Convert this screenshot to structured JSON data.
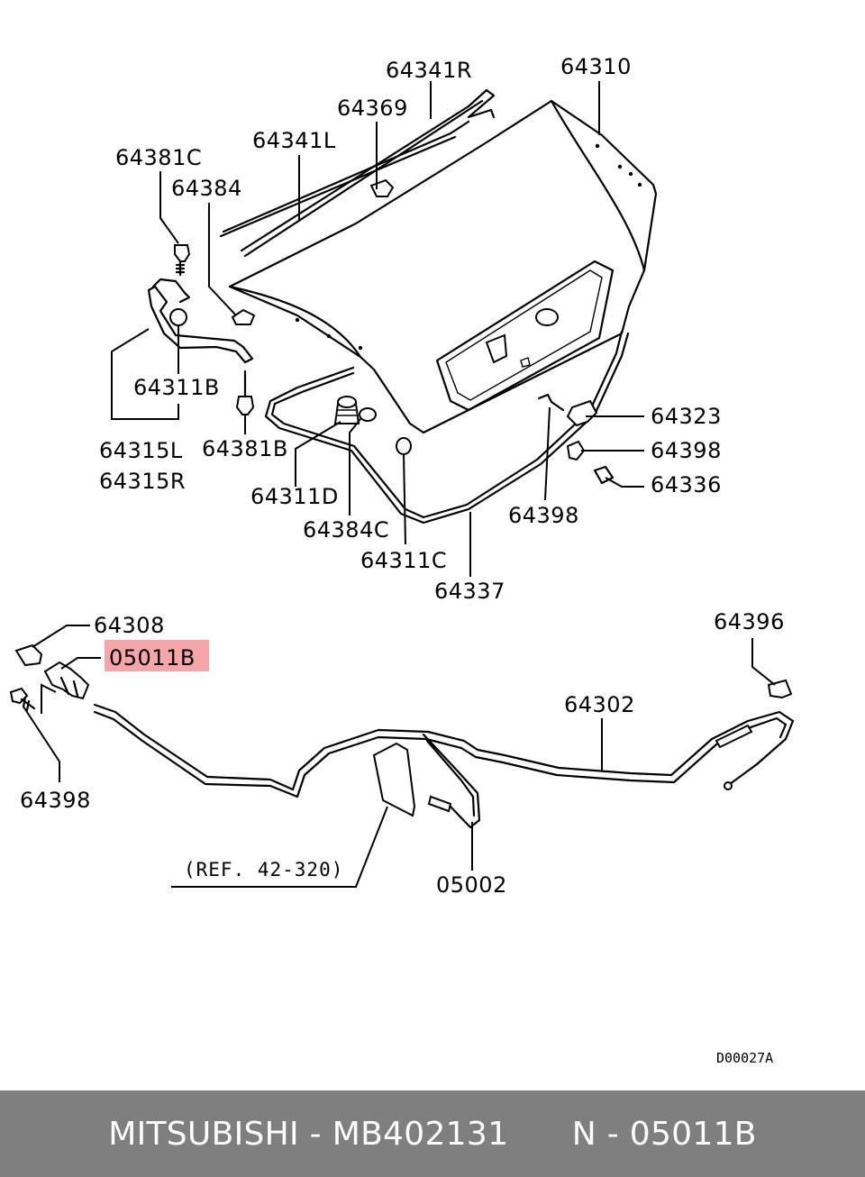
{
  "highlight_color": "#f4a6a8",
  "footer": {
    "text": "MITSUBISHI - MB402131      N - 05011B",
    "background": "#7f7f7f"
  },
  "labels": {
    "p64341R": "64341R",
    "p64310": "64310",
    "p64369": "64369",
    "p64341L": "64341L",
    "p64381C": "64381C",
    "p64384": "64384",
    "p64311B": "64311B",
    "p64315L": "64315L",
    "p64315R": "64315R",
    "p64381B": "64381B",
    "p64311D": "64311D",
    "p64384C": "64384C",
    "p64311C": "64311C",
    "p64337": "64337",
    "p64323": "64323",
    "p64398a": "64398",
    "p64336": "64336",
    "p64398b": "64398",
    "p64308": "64308",
    "p05011B": "05011B",
    "p64398c": "64398",
    "p64396": "64396",
    "p64302": "64302",
    "p05002": "05002",
    "ref": "(REF. 42-320)",
    "code": "D00027A"
  }
}
